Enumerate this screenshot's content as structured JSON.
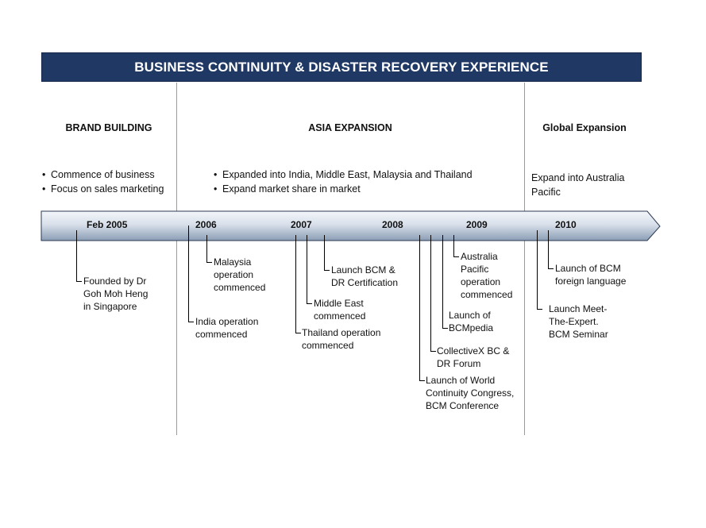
{
  "title": "BUSINESS CONTINUITY & DISASTER RECOVERY EXPERIENCE",
  "phases": {
    "brand": {
      "label": "BRAND BUILDING",
      "bullets": [
        "Commence of business",
        "Focus on sales marketing"
      ]
    },
    "asia": {
      "label": "ASIA EXPANSION",
      "bullets": [
        "Expanded into India, Middle East, Malaysia and Thailand",
        "Expand market share in market"
      ]
    },
    "global": {
      "label": "Global Expansion",
      "note_line1": "Expand into Australia",
      "note_line2": "Pacific"
    }
  },
  "years": {
    "feb2005": "Feb 2005",
    "y2006": "2006",
    "y2007": "2007",
    "y2008": "2008",
    "y2009": "2009",
    "y2010": "2010"
  },
  "events": {
    "founded": [
      "Founded by Dr",
      "Goh Moh Heng",
      "in Singapore"
    ],
    "malaysia": [
      "Malaysia",
      "operation",
      "commenced"
    ],
    "india": [
      "India operation",
      "commenced"
    ],
    "middle_east": [
      "Middle East",
      "commenced"
    ],
    "thailand": [
      "Thailand operation",
      "commenced"
    ],
    "bcm_cert": [
      "Launch BCM &",
      "DR Certification"
    ],
    "australia": [
      "Australia",
      "Pacific",
      "operation",
      "commenced"
    ],
    "bcmpedia": [
      "Launch of",
      "BCMpedia"
    ],
    "collectivex": [
      "CollectiveX BC &",
      "DR Forum"
    ],
    "wcc": [
      "Launch of World",
      "Continuity Congress,",
      "BCM Conference"
    ],
    "foreign_lang": [
      "Launch of BCM",
      "foreign language"
    ],
    "meet_expert": [
      "Launch Meet-",
      "The-Expert.",
      "BCM Seminar"
    ]
  },
  "colors": {
    "banner": "#1f3864",
    "arrow_top": "#f3f6fa",
    "arrow_bottom": "#8a9db5"
  }
}
